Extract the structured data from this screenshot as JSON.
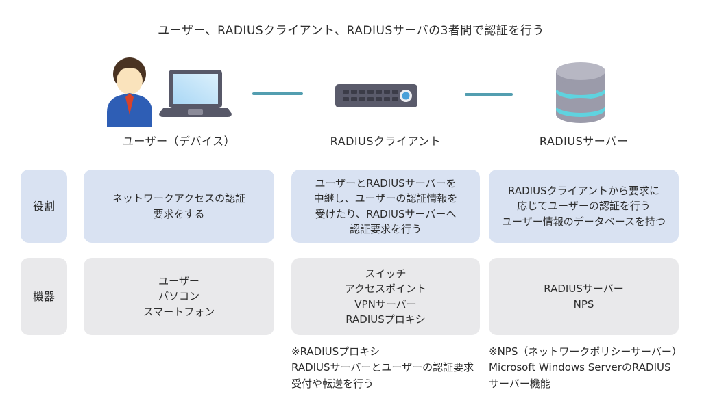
{
  "title": "ユーザー、RADIUSクライアント、RADIUSサーバの3者間で認証を行う",
  "entities": [
    {
      "label": "ユーザー（デバイス）",
      "icons": [
        "user-icon",
        "laptop-icon"
      ]
    },
    {
      "label": "RADIUSクライアント",
      "icons": [
        "network-switch-icon"
      ]
    },
    {
      "label": "RADIUSサーバー",
      "icons": [
        "database-icon"
      ]
    }
  ],
  "table": {
    "rows": [
      {
        "header": "役割",
        "cells": [
          "ネットワークアクセスの認証\n要求をする",
          "ユーザーとRADIUSサーバーを\n中継し、ユーザーの認証情報を\n受けたり、RADIUSサーバーへ\n認証要求を行う",
          "RADIUSクライアントから要求に\n応じてユーザーの認証を行う\nユーザー情報のデータベースを持つ"
        ]
      },
      {
        "header": "機器",
        "cells": [
          "ユーザー\nパソコン\nスマートフォン",
          "スイッチ\nアクセスポイント\nVPNサーバー\nRADIUSプロキシ",
          "RADIUSサーバー\nNPS"
        ]
      }
    ]
  },
  "footnotes": [
    "※RADIUSプロキシ\nRADIUSサーバーとユーザーの認証要求\n受付や転送を行う",
    "※NPS（ネットワークポリシーサーバー）\nMicrosoft Windows ServerのRADIUS\nサーバー機能"
  ],
  "colors": {
    "role_box": "#D9E2F2",
    "equipment_box": "#E9E9EB",
    "connector_teal": "#539EB0",
    "switch_body": "#5A5B6B",
    "database_band": "#5FD3DF",
    "suit_blue": "#2E5EB5",
    "tie_red": "#D8432A",
    "text": "#2d2d2d"
  }
}
